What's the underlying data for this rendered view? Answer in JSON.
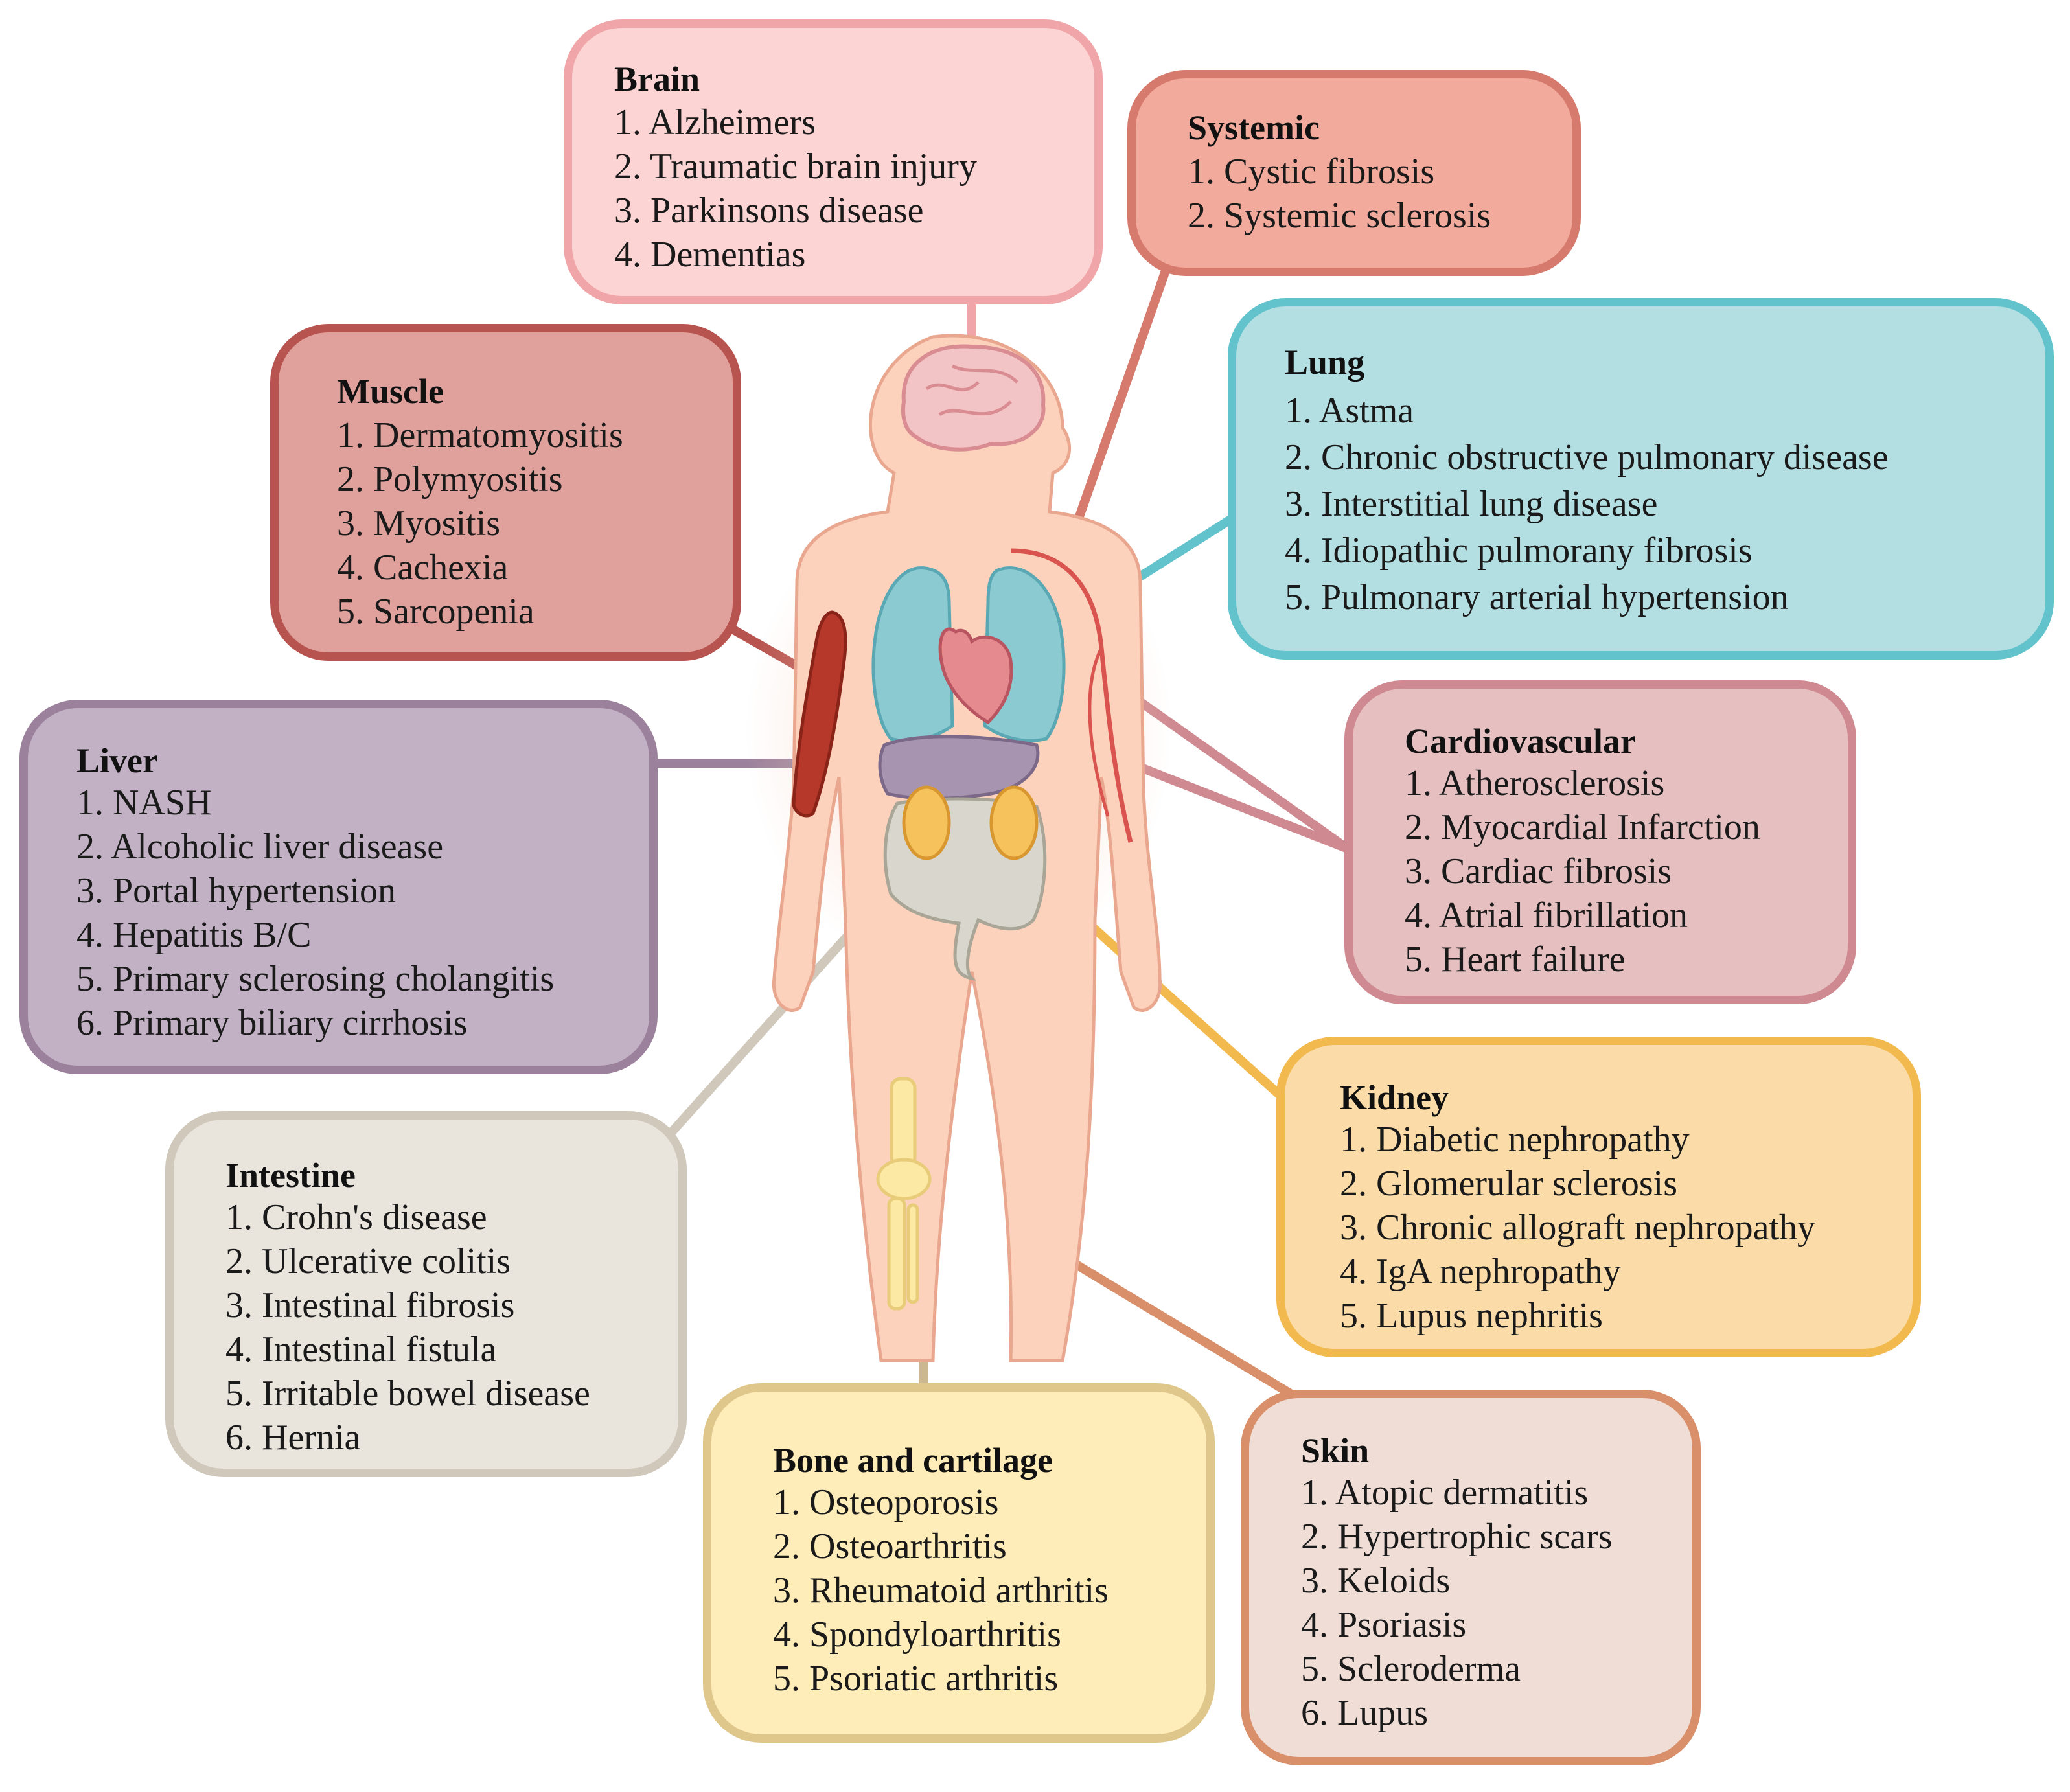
{
  "boxes": [
    {
      "key": "brain",
      "title": "Brain",
      "items": [
        "1. Alzheimers",
        "2. Traumatic brain injury",
        "3. Parkinsons disease",
        "4. Dementias"
      ],
      "fill": "#fcd4d4",
      "stroke": "#f0a6a8"
    },
    {
      "key": "systemic",
      "title": "Systemic",
      "items": [
        "1. Cystic fibrosis",
        "2. Systemic sclerosis"
      ],
      "fill": "#f2aa9c",
      "stroke": "#d57a6d"
    },
    {
      "key": "muscle",
      "title": "Muscle",
      "items": [
        "1. Dermatomyositis",
        "2. Polymyositis",
        "3. Myositis",
        "4. Cachexia",
        "5. Sarcopenia"
      ],
      "fill": "#e0a19c",
      "stroke": "#b8544f"
    },
    {
      "key": "lung",
      "title": "Lung",
      "items": [
        "1. Astma",
        "2. Chronic obstructive pulmonary disease",
        "3. Interstitial lung disease",
        "4. Idiopathic pulmorany fibrosis",
        "5. Pulmonary arterial hypertension"
      ],
      "fill": "#b3dfe3",
      "stroke": "#62c3cc"
    },
    {
      "key": "liver",
      "title": "Liver",
      "items": [
        "1. NASH",
        "2. Alcoholic liver disease",
        "3. Portal hypertension",
        "4. Hepatitis B/C",
        "5. Primary sclerosing cholangitis",
        "6. Primary biliary cirrhosis"
      ],
      "fill": "#c2b1c4",
      "stroke": "#9b819b"
    },
    {
      "key": "cardio",
      "title": "Cardiovascular",
      "items": [
        "1. Atherosclerosis",
        "2. Myocardial Infarction",
        "3. Cardiac fibrosis",
        "4. Atrial fibrillation",
        "5. Heart failure"
      ],
      "fill": "#e6bfc0",
      "stroke": "#cf8a91"
    },
    {
      "key": "kidney",
      "title": "Kidney",
      "items": [
        "1. Diabetic nephropathy",
        "2. Glomerular sclerosis",
        "3. Chronic allograft nephropathy",
        "4. IgA nephropathy",
        "5. Lupus nephritis"
      ],
      "fill": "#fbdca8",
      "stroke": "#f2b94e"
    },
    {
      "key": "intestine",
      "title": "Intestine",
      "items": [
        "1. Crohn's disease",
        "2. Ulcerative colitis",
        "3. Intestinal fibrosis",
        "4. Intestinal fistula",
        "5. Irritable bowel disease",
        "6. Hernia"
      ],
      "fill": "#e9e4dc",
      "stroke": "#cfc8bb"
    },
    {
      "key": "bone",
      "title": "Bone and cartilage",
      "items": [
        "1. Osteoporosis",
        "2. Osteoarthritis",
        "3. Rheumatoid arthritis",
        "4. Spondyloarthritis",
        "5. Psoriatic arthritis"
      ],
      "fill": "#feecb9",
      "stroke": "#dfc78c"
    },
    {
      "key": "skin",
      "title": "Skin",
      "items": [
        "1. Atopic dermatitis",
        "2. Hypertrophic scars",
        "3. Keloids",
        "4. Psoriasis",
        "5. Scleroderma",
        "6. Lupus"
      ],
      "fill": "#f0ddd6",
      "stroke": "#d98f6a"
    }
  ],
  "colors": {
    "body_skin": "#fcd2bc",
    "body_outline": "#e9a78f",
    "lung": "#8ccad2",
    "heart": "#e58a8f",
    "liver": "#a694b0",
    "kidney": "#f6c25c",
    "intestine": "#d8d6cd",
    "muscle": "#b5382b",
    "vessel": "#d9534f",
    "brain": "#f3c4c6",
    "bone": "#fbe9a4"
  }
}
